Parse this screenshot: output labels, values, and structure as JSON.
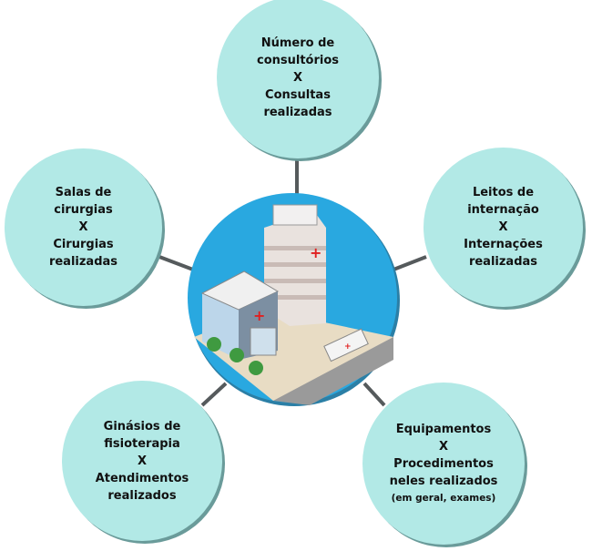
{
  "colors": {
    "node_fill": "#b2e9e6",
    "center_fill": "#29a8e0",
    "connector": "#555a5c"
  },
  "center": {
    "icon": "hospital-illustration"
  },
  "nodes": [
    {
      "id": "top",
      "lines": [
        "Número de",
        "consultórios",
        "X",
        "Consultas",
        "realizadas"
      ]
    },
    {
      "id": "left",
      "lines": [
        "Salas de",
        "cirurgias",
        "X",
        "Cirurgias",
        "realizadas"
      ]
    },
    {
      "id": "right",
      "lines": [
        "Leitos de",
        "internação",
        "X",
        "Internações",
        "realizadas"
      ]
    },
    {
      "id": "bottom-left",
      "lines": [
        "Ginásios de",
        "fisioterapia",
        "X",
        "Atendimentos",
        "realizados"
      ]
    },
    {
      "id": "bottom-right",
      "lines": [
        "Equipamentos",
        "X",
        "Procedimentos",
        "neles realizados"
      ],
      "note": "(em geral, exames)"
    }
  ]
}
